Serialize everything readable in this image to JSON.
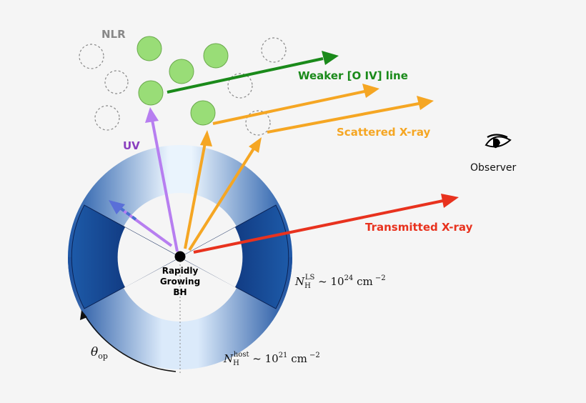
{
  "labels": {
    "nlr": "NLR",
    "weaker_line": "Weaker [O IV] line",
    "uv": "UV",
    "scattered": "Scattered X-ray",
    "observer": "Observer",
    "transmitted": "Transmitted X-ray",
    "bh_line1": "Rapidly",
    "bh_line2": "Growing",
    "bh_line3": "BH",
    "nh_ls_sym": "N",
    "nh_ls_sub": "H",
    "nh_ls_sup": "LS",
    "nh_ls_rest": " ~ 10",
    "nh_ls_exp": "24",
    "nh_ls_unit": " cm",
    "nh_ls_unit_exp": " −2",
    "nh_host_sym": "N",
    "nh_host_sub": "H",
    "nh_host_sup": "host",
    "nh_host_rest": " ~ 10",
    "nh_host_exp": "21",
    "nh_host_unit": " cm",
    "nh_host_unit_exp": " −2",
    "theta_sym": "θ",
    "theta_sub": "op"
  },
  "colors": {
    "green_cloud": "#99dd77",
    "green_arrow": "#1a8a1a",
    "uv_arrow": "#b77ef0",
    "scatter_arrow": "#f5a623",
    "transmit_arrow": "#e8321e",
    "torus_dark": "#0b2f7a",
    "torus_mid": "#2a63b0",
    "torus_light": "#dfeefc",
    "nlr_text": "#888888",
    "weaker_text": "#1a8a1a",
    "uv_text": "#8a3fbf",
    "scatter_text": "#f5a623",
    "transmit_text": "#e8321e"
  },
  "icons": {
    "observer": "eye-icon"
  }
}
